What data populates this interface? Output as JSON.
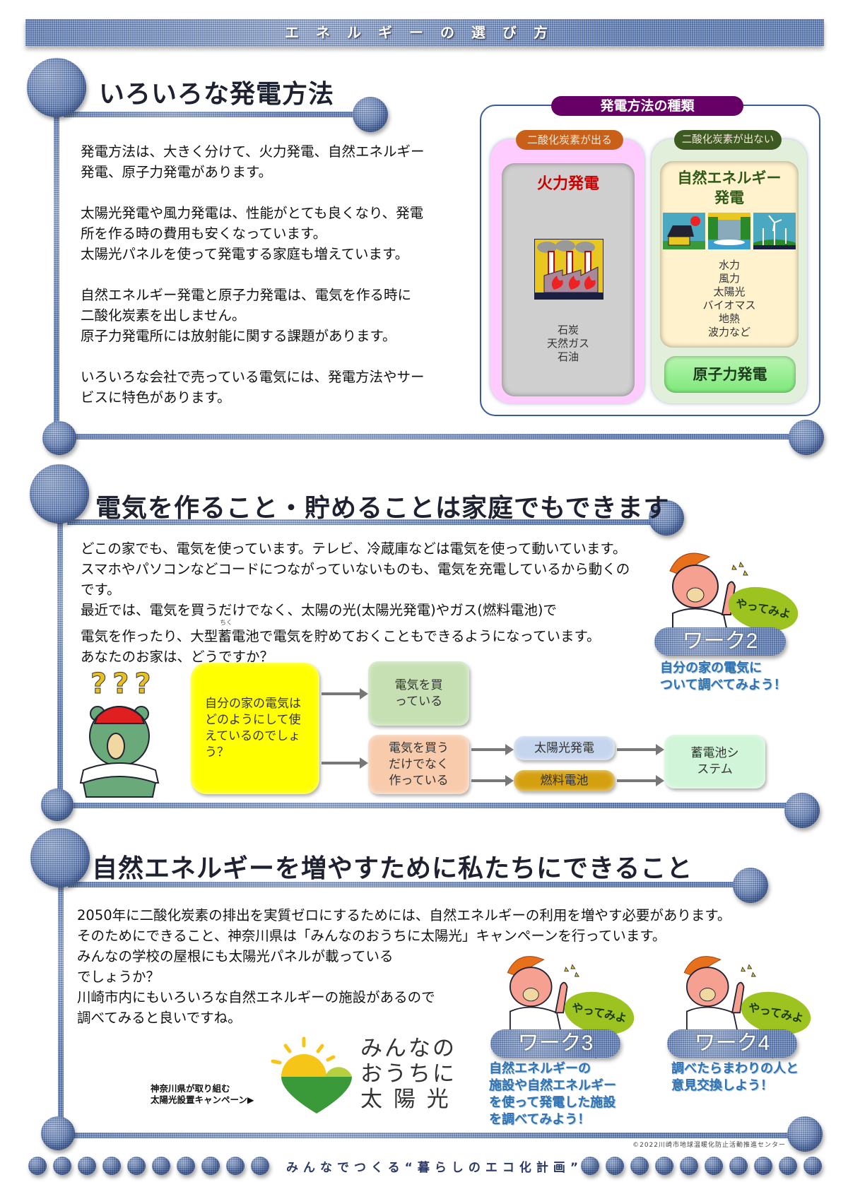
{
  "header": {
    "title": "エネルギーの選び方"
  },
  "section1": {
    "title": "いろいろな発電方法",
    "paragraphs": [
      "発電方法は、大きく分けて、火力発電、自然エネルギー",
      "発電、原子力発電があります。",
      "",
      "太陽光発電や風力発電は、性能がとても良くなり、発電",
      "所を作る時の費用も安くなっています。",
      "太陽光パネルを使って発電する家庭も増えています。",
      "",
      "自然エネルギー発電と原子力発電は、電気を作る時に",
      "二酸化炭素を出しません。",
      "原子力発電所には放射能に関する課題があります。",
      "",
      "いろいろな会社で売っている電気には、発電方法やサー",
      "ビスに特色があります。"
    ],
    "types_panel": {
      "title": "発電方法の種類",
      "emits": {
        "label": "二酸化炭素が出る",
        "method": "火力発電",
        "sources": [
          "石炭",
          "天然ガス",
          "石油"
        ],
        "icon": "factory-icon"
      },
      "no_emit": {
        "label": "二酸化炭素が出ない",
        "method": "自然エネルギー発電",
        "method_lines": [
          "自然エネルギー",
          "発電"
        ],
        "sources": [
          "水力",
          "風力",
          "太陽光",
          "バイオマス",
          "地熱",
          "波力など"
        ],
        "icons": [
          "solar-panel-icon",
          "dam-icon",
          "wind-turbine-icon"
        ],
        "nuclear": "原子力発電"
      }
    }
  },
  "section2": {
    "title": "電気を作ること・貯めることは家庭でもできます",
    "paragraphs": [
      "どこの家でも、電気を使っています。テレビ、冷蔵庫などは電気を使って動いています。",
      "スマホやパソコンなどコードにつながっていないものも、電気を充電しているから動くの",
      "です。",
      "最近では、電気を買うだけでなく、太陽の光(太陽光発電)やガス(燃料電池)で",
      "電気を作ったり、大型蓄電池で電気を貯めておくこともできるようになっています。",
      "あなたのお家は、どうですか？"
    ],
    "ruby": {
      "base": "蓄",
      "reading": "ちく"
    },
    "flow": {
      "question": "自分の家の電気はどのようにして使えているのでしょう？",
      "buy": "電気を買っている",
      "make": "電気を買うだけでなく作っている",
      "solar": "太陽光発電",
      "fuel_cell": "燃料電池",
      "battery": "蓄電池システム"
    },
    "question_marks": "???",
    "work": {
      "badge": "やってみよう!",
      "label": "ワーク2",
      "text": [
        "自分の家の電気に",
        "ついて調べてみよう！"
      ]
    }
  },
  "section3": {
    "title": "自然エネルギーを増やすために私たちにできること",
    "paragraphs": [
      "2050年に二酸化炭素の排出を実質ゼロにするためには、自然エネルギーの利用を増やす必要があります。",
      "そのためにできること、神奈川県は「みんなのおうちに太陽光」キャンペーンを行っています。",
      "みんなの学校の屋根にも太陽光パネルが載っている",
      "でしょうか？",
      "川崎市内にもいろいろな自然エネルギーの施設があるので",
      "調べてみると良いですね。"
    ],
    "campaign": {
      "caption": [
        "神奈川県が取り組む",
        "太陽光設置キャンペーン▶"
      ],
      "logo_text": [
        "みんなの",
        "おうちに",
        "太 陽 光"
      ]
    },
    "work3": {
      "badge": "やってみよう!",
      "label": "ワーク3",
      "text": [
        "自然エネルギーの",
        "施設や自然エネルギー",
        "を使って発電した施設",
        "を調べてみよう！"
      ]
    },
    "work4": {
      "badge": "やってみよう!",
      "label": "ワーク4",
      "text": [
        "調べたらまわりの人と",
        "意見交換しよう！"
      ]
    }
  },
  "copyright": "©2022川崎市地球温暖化防止活動推進センター",
  "footer": {
    "slogan": "みんなでつくる“暮らしのエコ化計画”"
  },
  "colors": {
    "denim": "#6a86b8",
    "panel_title": "#660066",
    "emit_pill": "#c8601a",
    "noemit_pill": "#3d5a22",
    "thermal_red": "#cc0000",
    "work_text": "#2f72b8",
    "flow_question": "#ffff00"
  }
}
